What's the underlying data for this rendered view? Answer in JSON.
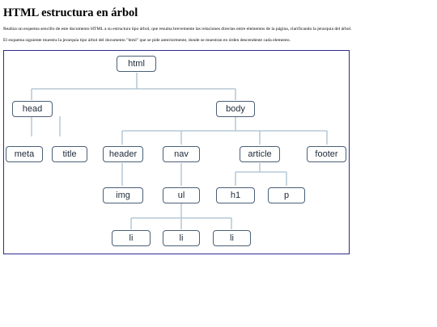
{
  "page": {
    "title": "HTML estructura en árbol",
    "paragraph_1": "Realiza un esquema sencillo de este documento HTML a su estructura tipo árbol, que resuma brevemente las relaciones directas entre elementos de la página, clarificando la jerarquía del árbol.",
    "paragraph_2": "El esquema siguiente muestra la jerarquía tipo árbol del documento \"html\" que se pide anteriormente, donde se muestran en órden descendente cada elemento."
  },
  "tree": {
    "html": "html",
    "head": "head",
    "body": "body",
    "meta": "meta",
    "title": "title",
    "header": "header",
    "nav": "nav",
    "article": "article",
    "footer": "footer",
    "img": "img",
    "ul": "ul",
    "h1": "h1",
    "p": "p",
    "li_1": "li",
    "li_2": "li",
    "li_3": "li"
  },
  "colors": {
    "frame_border": "#2e2a8f",
    "node_border": "#4a5f76",
    "connector": "#a9bfd0"
  }
}
